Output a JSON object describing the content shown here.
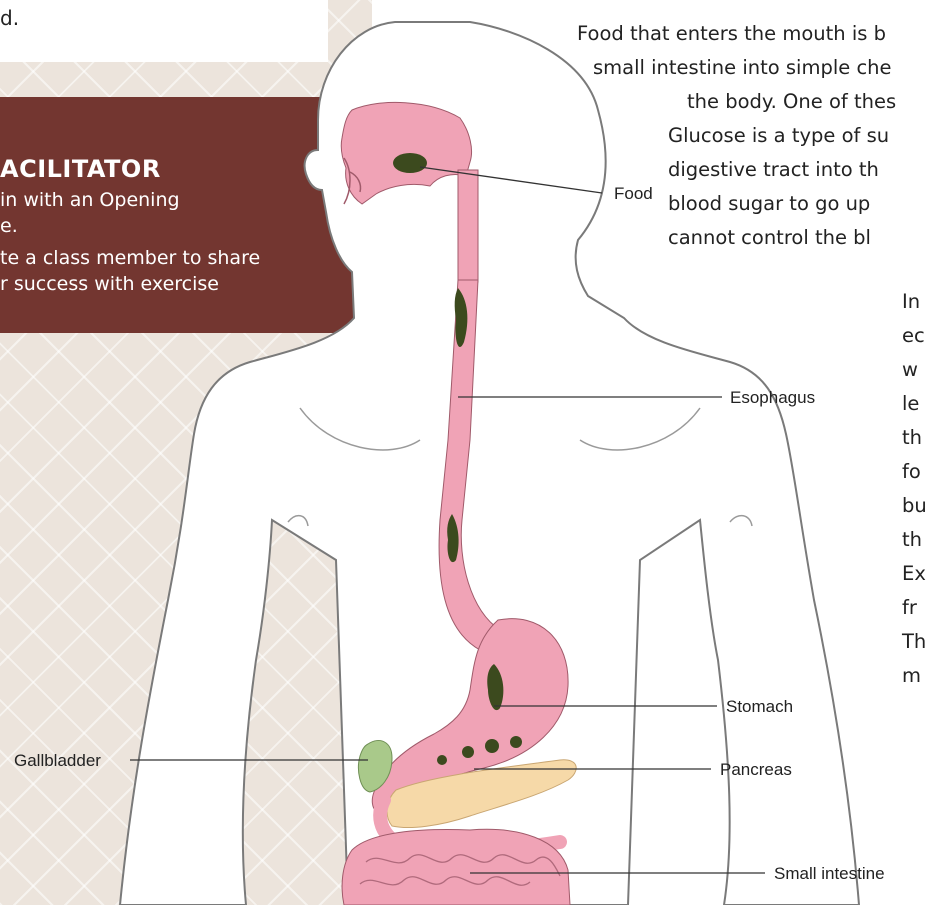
{
  "top_fragment": "d.",
  "facilitator": {
    "title": "ACILITATOR",
    "lines": [
      "in with an Opening",
      "e.",
      "te a class member to share",
      "r success with exercise"
    ]
  },
  "intro_lines": [
    "Food that enters the mouth is b",
    "small intestine into simple che",
    "the body. One of thes",
    "Glucose is a type of su",
    "digestive tract into th",
    "blood sugar to go up",
    "cannot control the bl"
  ],
  "side_lines": [
    "In",
    "ec",
    "w",
    "le",
    "th",
    "fo",
    "bu",
    "th",
    "Ex",
    "fr",
    "Th",
    "m"
  ],
  "labels": {
    "food": "Food",
    "esophagus": "Esophagus",
    "stomach": "Stomach",
    "pancreas": "Pancreas",
    "small_intestine": "Small intestine",
    "gallbladder": "Gallbladder"
  },
  "colors": {
    "facilitator_bg": "#733630",
    "digestive_pink": "#f0a3b6",
    "food_green": "#3c4a1e",
    "pancreas_tan": "#f6d9a8",
    "gallbladder_green": "#a9c98a",
    "body_outline": "#7a7a7a"
  }
}
